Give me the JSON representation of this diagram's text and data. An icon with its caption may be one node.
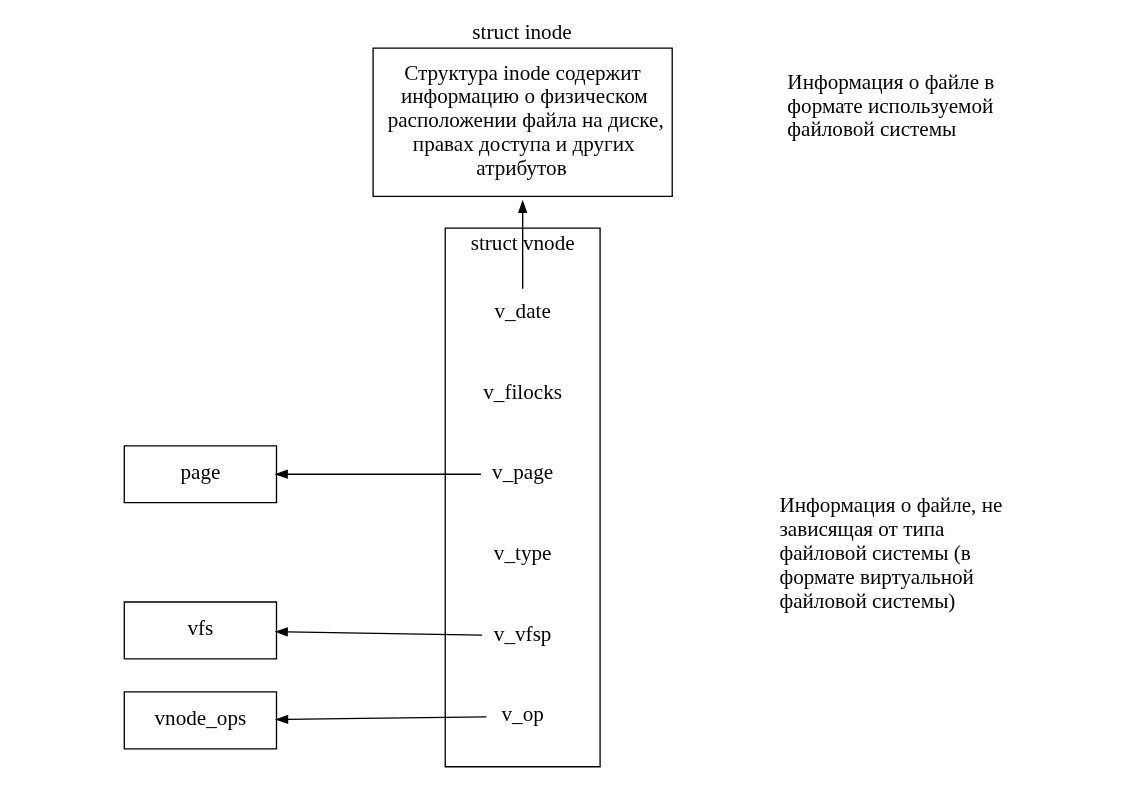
{
  "diagram": {
    "nodes": [
      {
        "text": [
          "struct vnode"
        ]
      },
      {
        "text": [
          "vnode_ops"
        ]
      },
      {
        "text": [
          "v_op"
        ],
        "in": 0
      },
      {
        "text": [
          "vfs"
        ]
      },
      {
        "text": [
          "v_vfsp"
        ],
        "in": 0
      },
      {
        "text": [
          "v_type"
        ],
        "in": 0
      },
      {
        "text": [
          "page"
        ]
      },
      {
        "text": [
          "v_page"
        ],
        "in": 0
      },
      {
        "text": [
          "v_filocks"
        ],
        "in": 0
      },
      {
        "text": [
          "v_date"
        ],
        "in": 0
      },
      {
        "text": [
          "struct inode",
          "Структура inode содержит информацию о физическом расположении файла на диске, правах доступа и других атрибутов"
        ]
      }
    ],
    "edges": [
      {
        "from": 2,
        "to": 1,
        "arrow": "to"
      },
      {
        "from": 4,
        "to": 3,
        "arrow": "to"
      },
      {
        "from": 7,
        "to": 6,
        "arrow": "to"
      },
      {
        "from": 9,
        "to": 10,
        "arrow": "to"
      }
    ],
    "labels": [
      "Информация о файле, не зависящая от типа файловой системы (в формате виртуальной файловой системы)",
      "Информация о файле в формате используемой файловой системы"
    ]
  }
}
